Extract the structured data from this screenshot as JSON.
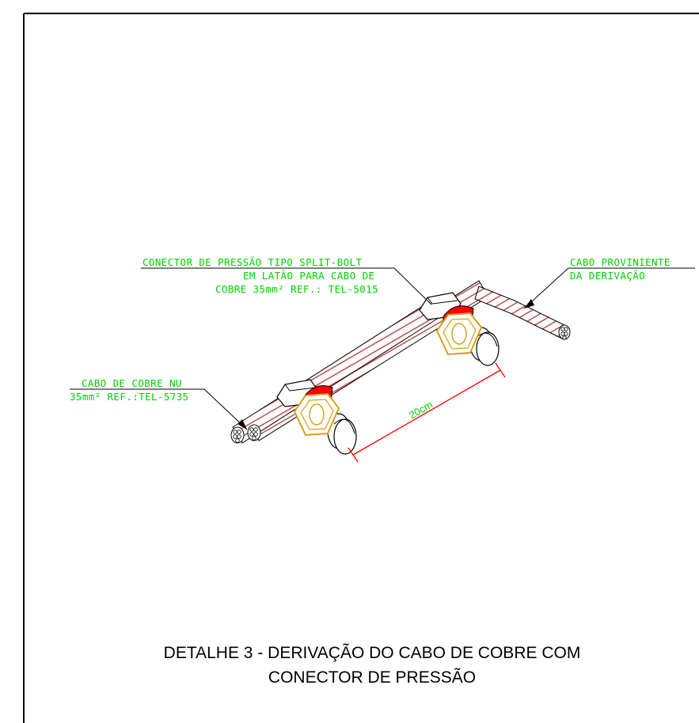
{
  "colors": {
    "cable": "#c0504d",
    "connector_ring": "#ff0000",
    "nut": "#d4a017",
    "annotation": "#00d000",
    "dimension": "#ff0000",
    "line": "#000000"
  },
  "labels": {
    "connector": {
      "line1": "CONECTOR DE PRESSÃO TIPO SPLIT-BOLT",
      "line2": "EM LATÃO PARA CABO DE",
      "line3": "COBRE 35mm² REF.: TEL-5015"
    },
    "branch_cable": {
      "line1": "CABO PROVINIENTE",
      "line2": "DA DERIVAÇÃO"
    },
    "main_cable": {
      "line1": "CABO DE COBRE NU",
      "line2": "35mm² REF.:TEL-5735"
    },
    "dimension": "20cm"
  },
  "title": {
    "line1": "DETALHE 3 - DERIVAÇÃO DO CABO DE COBRE COM",
    "line2": "CONECTOR DE PRESSÃO"
  }
}
